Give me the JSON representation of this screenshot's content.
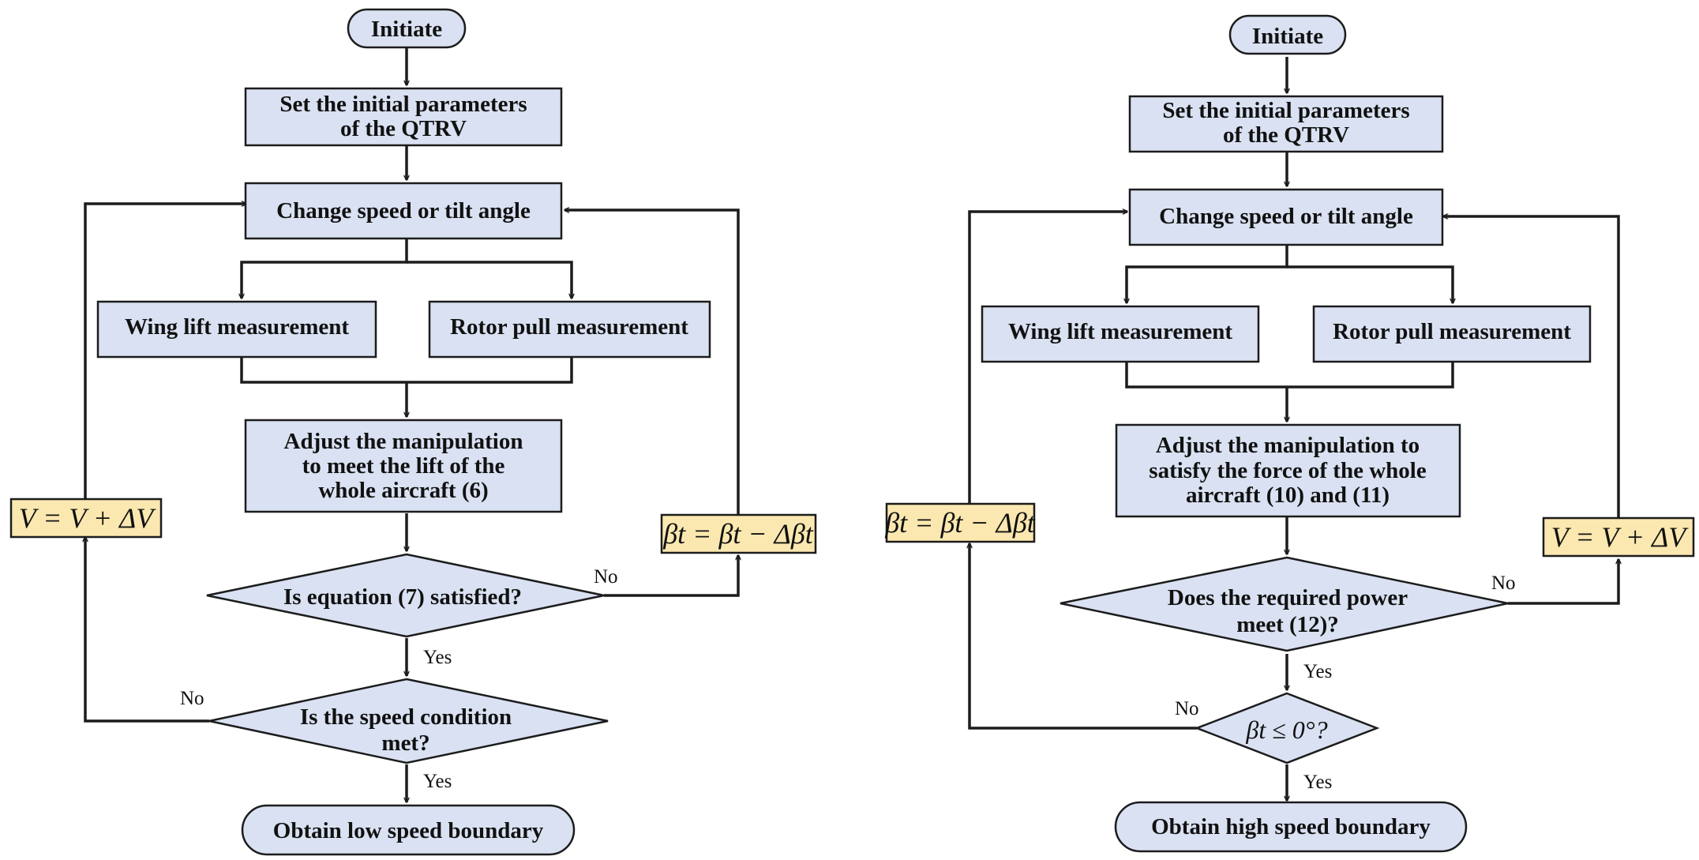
{
  "left": {
    "start": "Initiate",
    "init_line1": "Set the initial parameters",
    "init_line2": "of the QTRV",
    "change": "Change speed or tilt angle",
    "wing": "Wing lift measurement",
    "rotor": "Rotor pull measurement",
    "adjust_line1": "Adjust the manipulation",
    "adjust_line2": "to meet the lift of the",
    "adjust_line3": "whole aircraft (6)",
    "decision1": "Is equation (7) satisfied?",
    "decision2_line1": "Is the speed condition",
    "decision2_line2": "met?",
    "end": "Obtain low speed boundary",
    "update_speed": "V = V + ΔV",
    "update_tilt": "βt = βt − Δβt",
    "no1": "No",
    "yes1": "Yes",
    "no2": "No",
    "yes2": "Yes"
  },
  "right": {
    "start": "Initiate",
    "init_line1": "Set the initial parameters",
    "init_line2": "of the QTRV",
    "change": "Change speed or tilt angle",
    "wing": "Wing lift measurement",
    "rotor": "Rotor pull measurement",
    "adjust_line1": "Adjust the manipulation to",
    "adjust_line2": "satisfy the force of the whole",
    "adjust_line3": "aircraft (10) and (11)",
    "decision1_line1": "Does the required power",
    "decision1_line2": "meet (12)?",
    "decision2": "βt ≤ 0°?",
    "end": "Obtain high speed boundary",
    "update_tilt": "βt = βt − Δβt",
    "update_speed": "V = V + ΔV",
    "no1": "No",
    "yes1": "Yes",
    "no2": "No",
    "yes2": "Yes"
  },
  "colors": {
    "process_fill": "#d9e1f2",
    "update_fill": "#fbe8b0",
    "stroke": "#1c1c1c"
  }
}
